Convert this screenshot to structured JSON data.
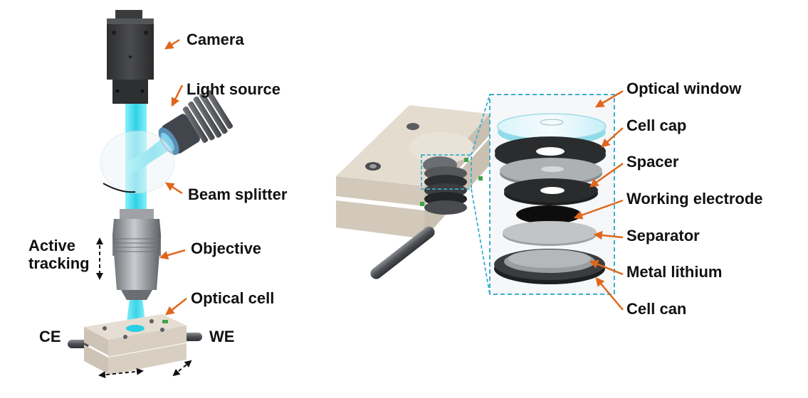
{
  "labels": {
    "camera": "Camera",
    "light_source": "Light source",
    "beam_splitter": "Beam splitter",
    "objective": "Objective",
    "active_tracking": "Active tracking",
    "optical_cell": "Optical cell",
    "ce": "CE",
    "we": "WE",
    "optical_window": "Optical window",
    "cell_cap": "Cell cap",
    "spacer": "Spacer",
    "working_electrode": "Working electrode",
    "separator": "Separator",
    "metal_lithium": "Metal lithium",
    "cell_can": "Cell can"
  },
  "colors": {
    "arrow": "#e0661c",
    "beam": "#35d6ea",
    "callout_border": "#3aaecf",
    "metal_dark": "#3e3f41",
    "metal_light": "#b9bcbf",
    "cell_body": "#d9d1c4"
  }
}
